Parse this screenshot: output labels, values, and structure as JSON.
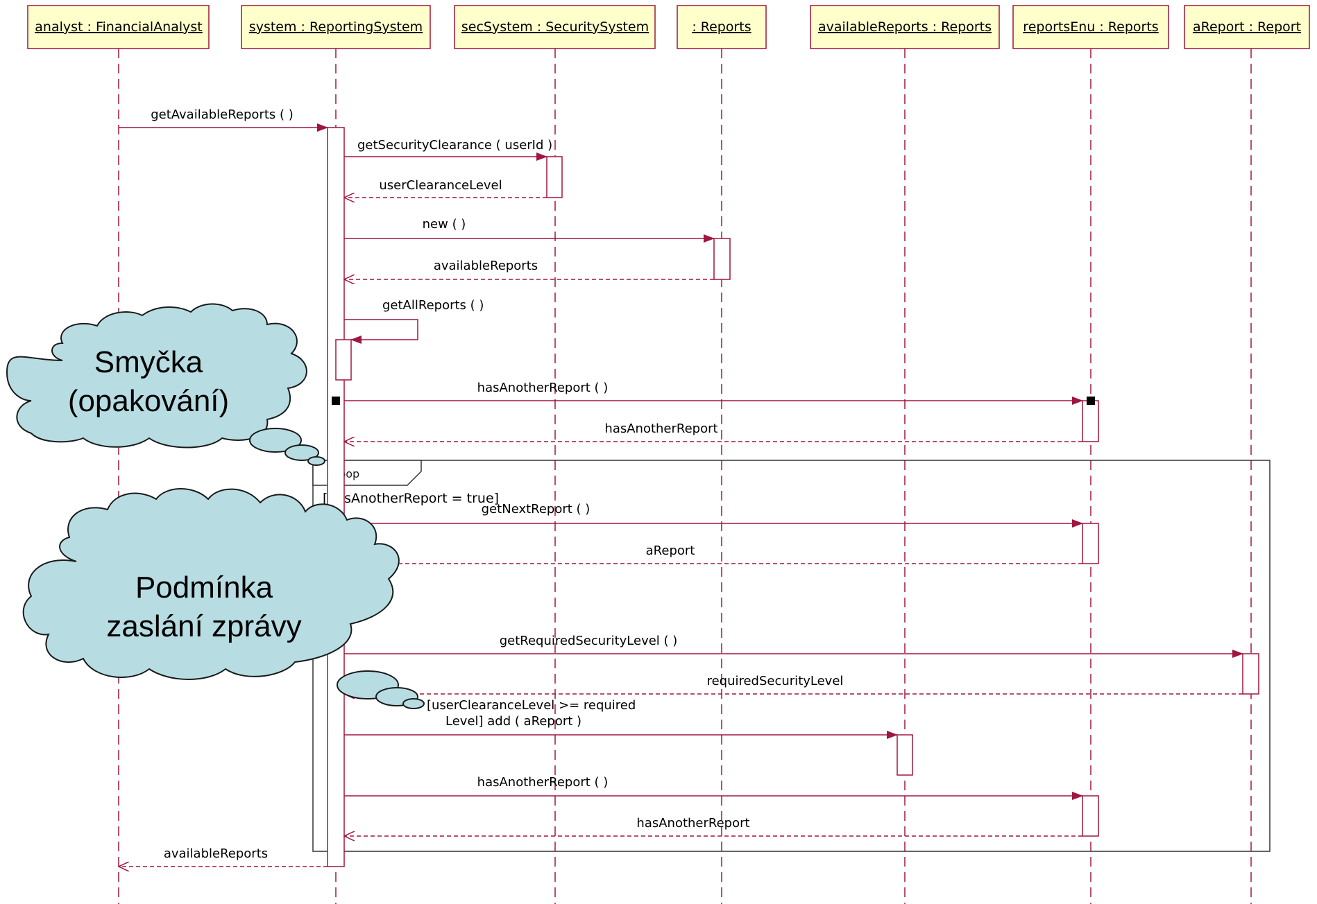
{
  "lifelines": [
    {
      "id": "analyst",
      "label": "analyst : FinancialAnalyst"
    },
    {
      "id": "system",
      "label": "system : ReportingSystem"
    },
    {
      "id": "sec",
      "label": "secSystem : SecuritySystem"
    },
    {
      "id": "reports",
      "label": ": Reports"
    },
    {
      "id": "avail",
      "label": "availableReports : Reports"
    },
    {
      "id": "enu",
      "label": "reportsEnu : Reports"
    },
    {
      "id": "areport",
      "label": "aReport : Report"
    }
  ],
  "messages": [
    {
      "from": "analyst",
      "to": "system",
      "label": "getAvailableReports ( )",
      "kind": "call"
    },
    {
      "from": "system",
      "to": "sec",
      "label": "getSecurityClearance ( userId )",
      "kind": "call"
    },
    {
      "from": "sec",
      "to": "system",
      "label": "userClearanceLevel",
      "kind": "return"
    },
    {
      "from": "system",
      "to": "reports",
      "label": "new ( )",
      "kind": "call"
    },
    {
      "from": "reports",
      "to": "system",
      "label": "availableReports",
      "kind": "return"
    },
    {
      "from": "system",
      "to": "system",
      "label": "getAllReports ( )",
      "kind": "self"
    },
    {
      "from": "system",
      "to": "enu",
      "label": "hasAnotherReport ( )",
      "kind": "call"
    },
    {
      "from": "enu",
      "to": "system",
      "label": "hasAnotherReport",
      "kind": "return"
    },
    {
      "from": "system",
      "to": "enu",
      "label": "getNextReport ( )",
      "kind": "call"
    },
    {
      "from": "enu",
      "to": "system",
      "label": "aReport",
      "kind": "return"
    },
    {
      "from": "system",
      "to": "areport",
      "label": "getRequiredSecurityLevel ( )",
      "kind": "call"
    },
    {
      "from": "areport",
      "to": "system",
      "label": "requiredSecurityLevel",
      "kind": "return"
    },
    {
      "from": "system",
      "to": "avail",
      "label": "[userClearanceLevel >= required",
      "label2": "Level] add ( aReport )",
      "kind": "call"
    },
    {
      "from": "system",
      "to": "enu",
      "label": "hasAnotherReport ( )",
      "kind": "call"
    },
    {
      "from": "enu",
      "to": "system",
      "label": "hasAnotherReport",
      "kind": "return"
    },
    {
      "from": "system",
      "to": "analyst",
      "label": "availableReports",
      "kind": "return"
    }
  ],
  "loop_frame": {
    "operator": "loop",
    "guard": "[hasAnotherReport = true]"
  },
  "callouts": {
    "loop_note": {
      "line1": "Smyčka",
      "line2": "(opakování)"
    },
    "condition_note": {
      "line1": "Podmínka",
      "line2": "zaslání zprávy"
    }
  },
  "colors": {
    "line": "#a0163f",
    "lifeline_fill": "#ffffcc",
    "cloud_fill": "#b7dde3"
  }
}
